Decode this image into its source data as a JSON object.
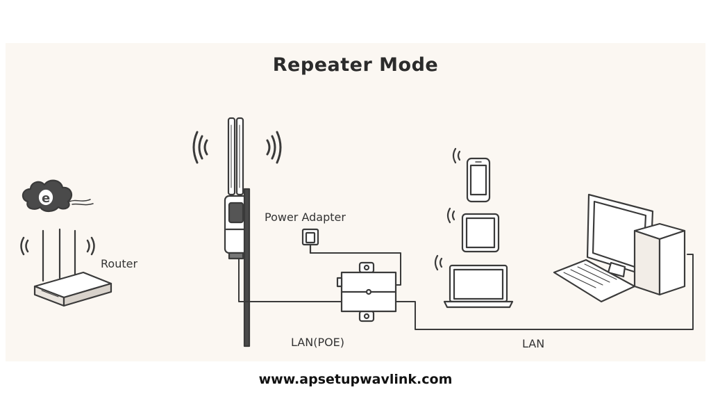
{
  "diagram": {
    "title": "Repeater Mode",
    "labels": {
      "router": "Router",
      "power_adapter": "Power Adapter",
      "lan_poe": "LAN(POE)",
      "lan": "LAN"
    },
    "icons": [
      "internet-cloud-icon",
      "router-icon",
      "outdoor-repeater-icon",
      "power-adapter-icon",
      "poe-injector-icon",
      "smartphone-icon",
      "tablet-icon",
      "laptop-icon",
      "desktop-computer-icon",
      "wifi-signal-icon"
    ]
  },
  "footer": {
    "url": "www.apsetupwavlink.com"
  },
  "colors": {
    "line": "#3a3a3a",
    "panel": "#fbf7f2"
  }
}
